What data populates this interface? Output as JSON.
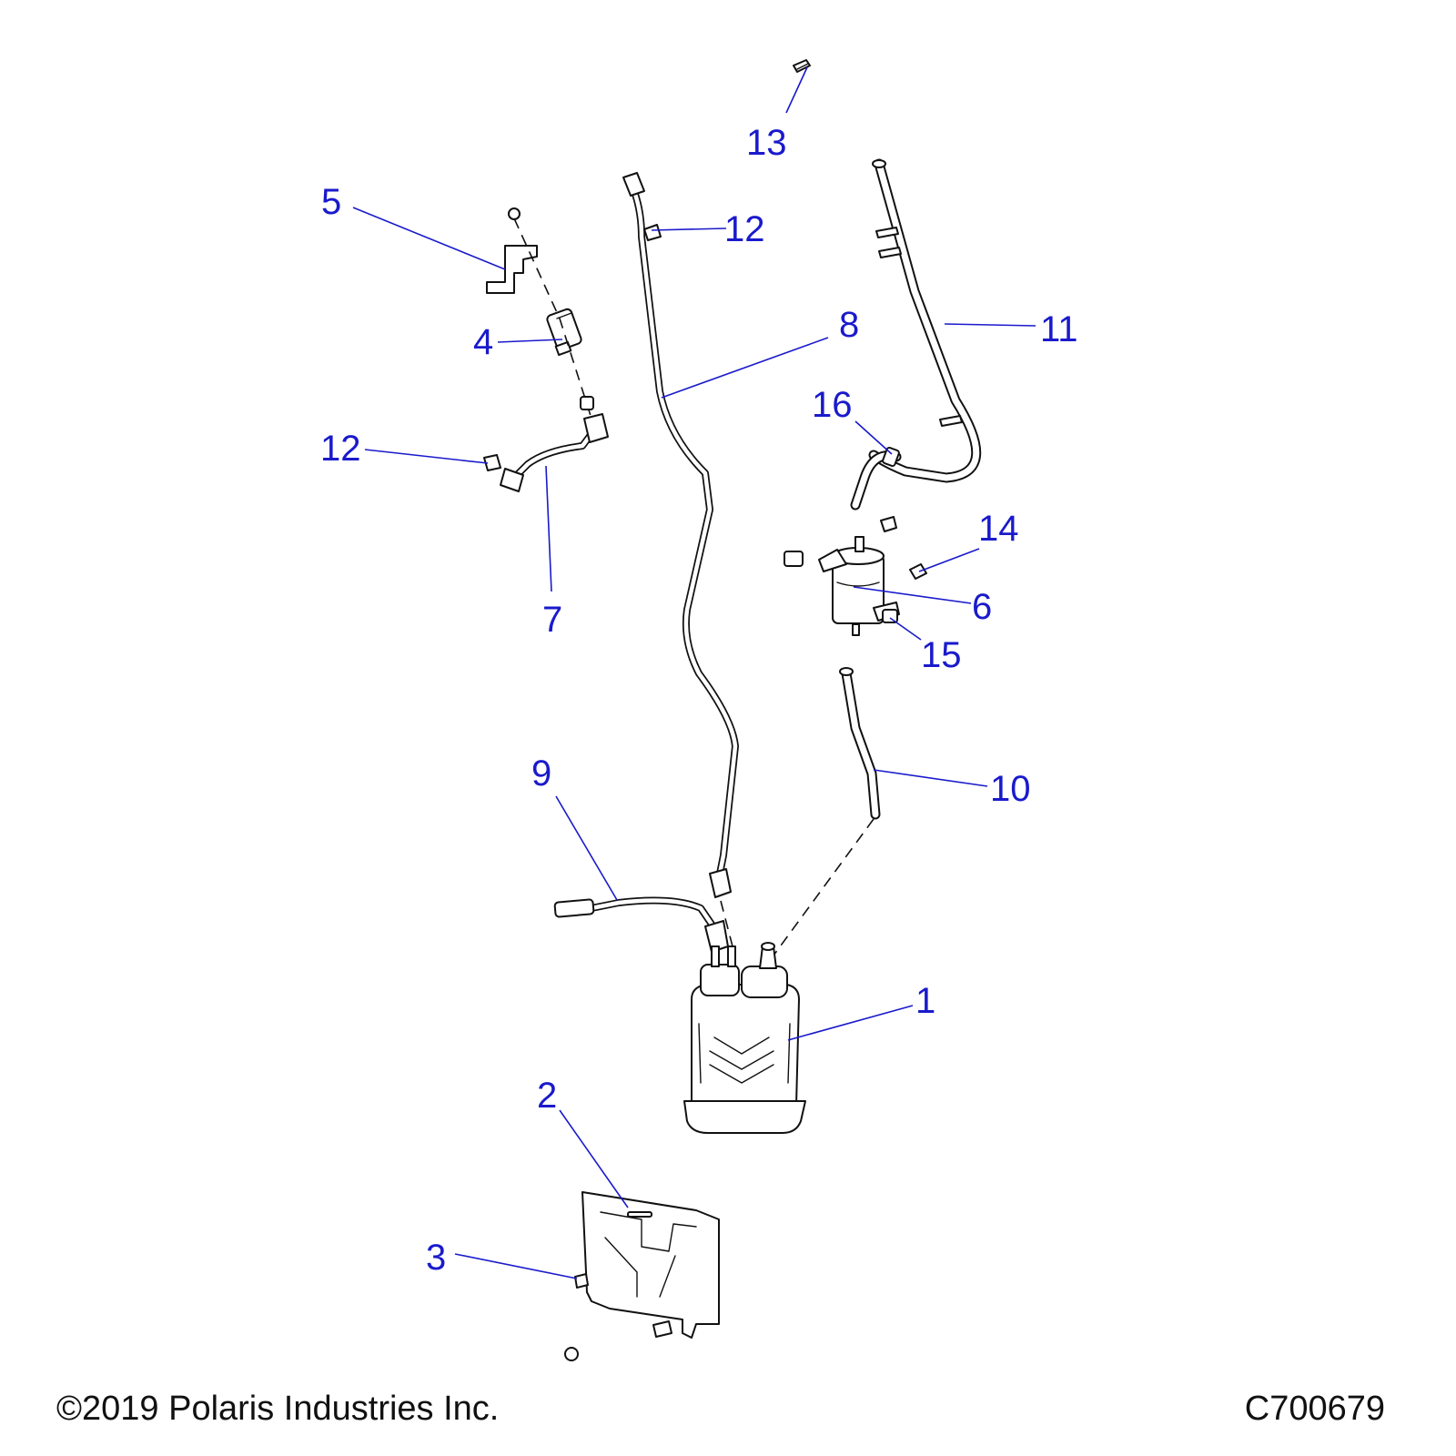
{
  "callouts": {
    "c1": "1",
    "c2": "2",
    "c3": "3",
    "c4": "4",
    "c5": "5",
    "c6": "6",
    "c7": "7",
    "c8": "8",
    "c9": "9",
    "c10": "10",
    "c11": "11",
    "c12a": "12",
    "c12b": "12",
    "c13": "13",
    "c14": "14",
    "c15": "15",
    "c16": "16"
  },
  "footer": {
    "copyright": "©2019 Polaris Industries Inc.",
    "drawing_id": "C700679"
  },
  "colors": {
    "callout": "#1a1acc",
    "line_art": "#111111",
    "background": "#ffffff"
  }
}
